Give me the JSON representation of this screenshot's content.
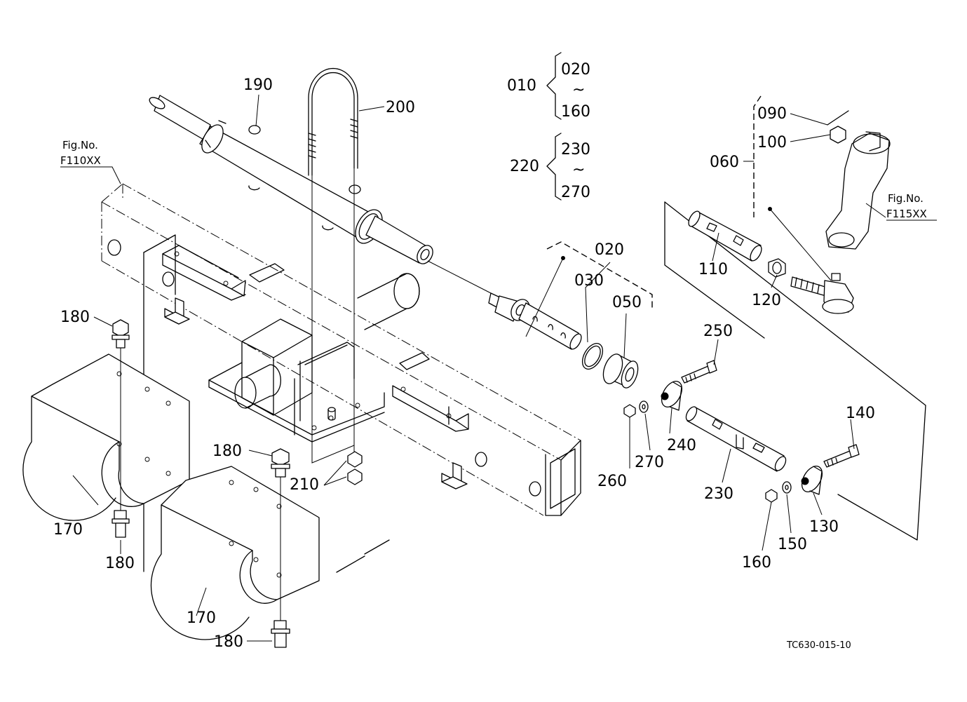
{
  "figure_ref_left": {
    "line1": "Fig.No.",
    "line2": "F110XX"
  },
  "figure_ref_right": {
    "line1": "Fig.No.",
    "line2": "F115XX"
  },
  "groups": {
    "g010": {
      "label": "010",
      "from": "020",
      "tilde": "~",
      "to": "160"
    },
    "g220": {
      "label": "220",
      "from": "230",
      "tilde": "~",
      "to": "270"
    }
  },
  "callouts": {
    "p190": "190",
    "p200": "200",
    "p180a": "180",
    "p180b": "180",
    "p180c": "180",
    "p180d": "180",
    "p170a": "170",
    "p170b": "170",
    "p210": "210",
    "p020": "020",
    "p030": "030",
    "p050": "050",
    "p060": "060",
    "p090": "090",
    "p100": "100",
    "p110": "110",
    "p120": "120",
    "p250": "250",
    "p240": "240",
    "p260": "260",
    "p270": "270",
    "p230": "230",
    "p140": "140",
    "p130": "130",
    "p150": "150",
    "p160": "160"
  },
  "drawing_code": "TC630-015-10"
}
